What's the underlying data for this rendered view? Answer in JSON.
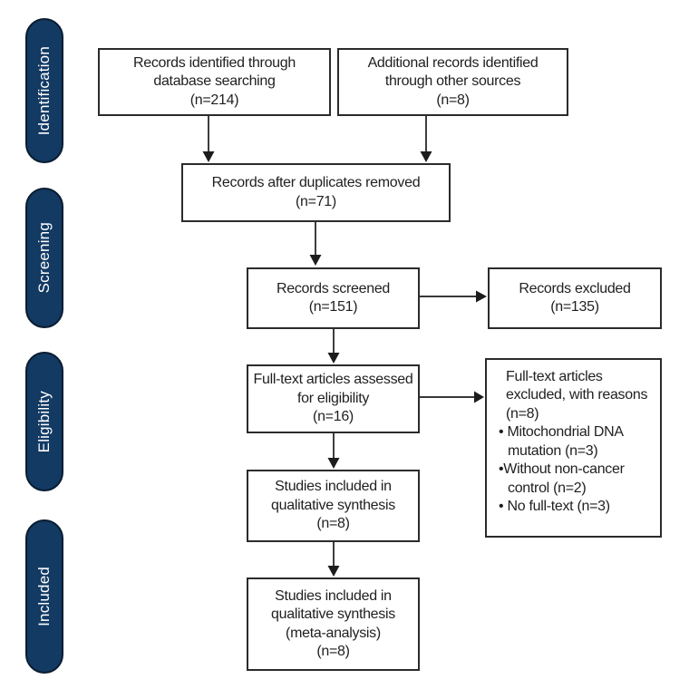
{
  "theme": {
    "page_bg": "#ffffff",
    "text_color": "#1f1f1f",
    "box_border_color": "#2b2b2b",
    "arrow_color": "#1c1c1c",
    "sidebar_color": "#123a63",
    "sidebar_border_color": "#0a1c30",
    "sidebar_text_color": "#ffffff"
  },
  "sidebar": {
    "stages": [
      {
        "label": "Identification"
      },
      {
        "label": "Screening"
      },
      {
        "label": "Eligibility"
      },
      {
        "label": "Included"
      }
    ]
  },
  "flow": {
    "records_identified": {
      "text": "Records identified through\ndatabase searching\n(n=214)"
    },
    "additional_records": {
      "text": "Additional records identified\nthrough other sources\n(n=8)"
    },
    "after_duplicates": {
      "text": "Records after duplicates removed\n(n=71)"
    },
    "records_screened": {
      "text": "Records screened\n(n=151)"
    },
    "records_excluded": {
      "text": "Records excluded\n(n=135)"
    },
    "fulltext_assessed": {
      "text": "Full-text articles assessed\nfor eligibility\n(n=16)"
    },
    "fulltext_excluded": {
      "title": "Full-text articles\nexcluded, with reasons\n(n=8)",
      "reasons": [
        "• Mitochondrial DNA\nmutation (n=3)",
        "•Without non-cancer\ncontrol (n=2)",
        "• No full-text (n=3)"
      ]
    },
    "qualitative_synthesis": {
      "text": "Studies included in\nqualitative synthesis\n(n=8)"
    },
    "meta_analysis": {
      "text": "Studies included in\nqualitative synthesis\n(meta-analysis)\n(n=8)"
    }
  }
}
